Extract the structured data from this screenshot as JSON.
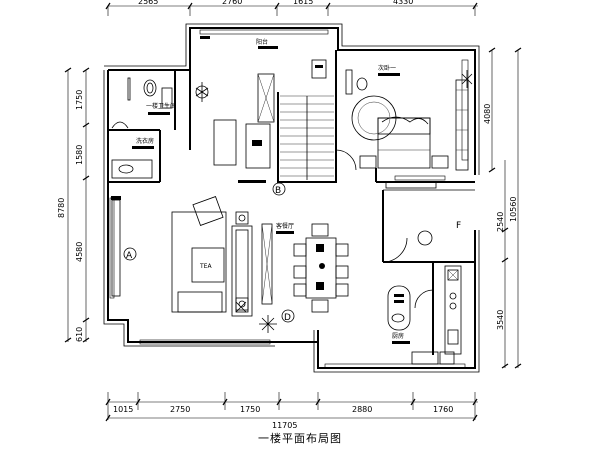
{
  "dimensions": {
    "top": [
      "2565",
      "2760",
      "1615",
      "4330"
    ],
    "bottom": [
      "1015",
      "2750",
      "1750",
      "2880",
      "1760"
    ],
    "bottom_total": "11705",
    "left": [
      "1750",
      "1580",
      "4580",
      "610"
    ],
    "left_total": "8780",
    "right": [
      "4080",
      "2540",
      "3540"
    ],
    "right_total": "10560"
  },
  "axis_markers": {
    "a": "A",
    "b": "B",
    "d": "D",
    "f": "F"
  },
  "rooms": {
    "balcony": "阳台",
    "master_bedroom": "次卧一",
    "bath": "一楼卫生间",
    "laundry": "洗衣房",
    "living_dining": "客餐厅",
    "kitchen": "厨房",
    "coffee_table": "TEA"
  },
  "caption": "一楼平面布局图"
}
